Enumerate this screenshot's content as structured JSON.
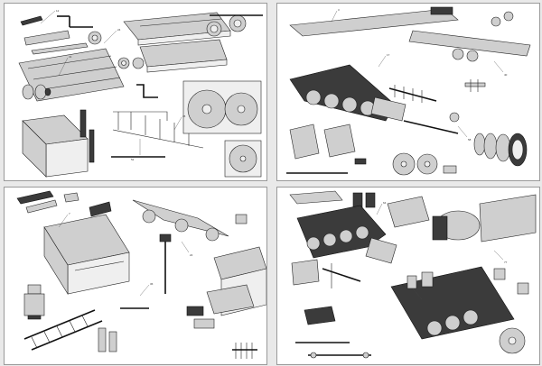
{
  "sheets": [
    {
      "id": "sheet-1",
      "captions": [
        "",
        "",
        ""
      ]
    },
    {
      "id": "sheet-2",
      "captions": [
        "",
        ""
      ]
    },
    {
      "id": "sheet-3",
      "captions": [
        ""
      ]
    },
    {
      "id": "sheet-4",
      "captions": [
        ""
      ]
    }
  ],
  "colors": {
    "background": "#e9e9e9",
    "sheet": "#ffffff",
    "ink": "#222222",
    "fill": "#cfcfcf"
  },
  "watermark": ""
}
